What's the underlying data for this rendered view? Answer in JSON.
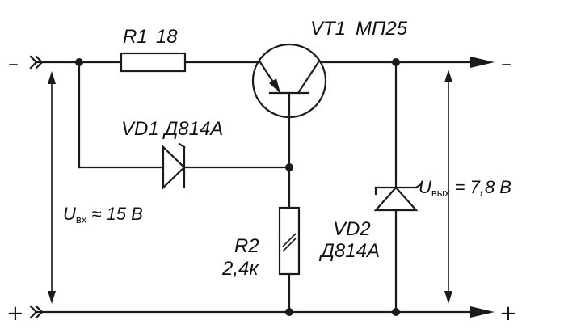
{
  "components": {
    "r1": {
      "ref": "R1",
      "value": "18"
    },
    "vt1": {
      "ref": "VT1",
      "value": "МП25"
    },
    "vd1": {
      "label": "VD1 Д814А"
    },
    "vd2": {
      "ref": "VD2",
      "value": "Д814А"
    },
    "r2": {
      "ref": "R2",
      "value": "2,4к"
    }
  },
  "input": {
    "symbol": "U",
    "sub": "вх",
    "value": "≈ 15 В"
  },
  "output": {
    "symbol": "U",
    "sub": "вых",
    "value": "= 7,8 В"
  },
  "terminals": {
    "in_neg": "–",
    "in_pos": "+",
    "out_neg": "–",
    "out_pos": "+"
  }
}
